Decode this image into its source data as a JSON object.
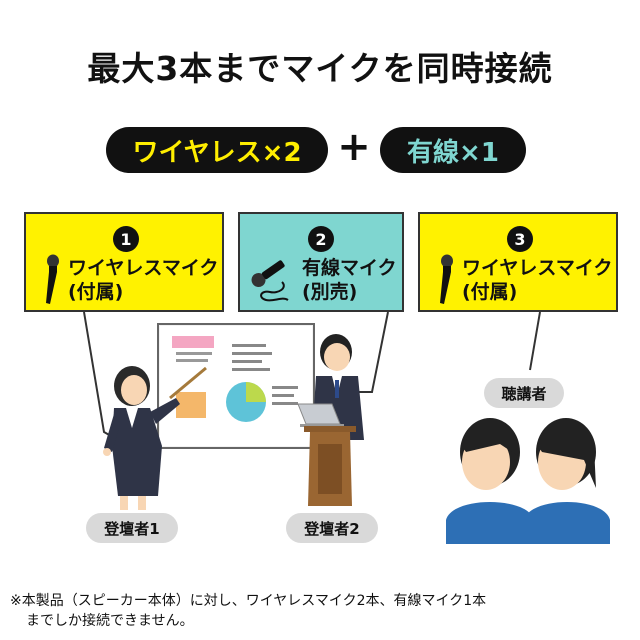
{
  "headline": "最大3本までマイクを同時接続",
  "pills": {
    "wireless": "ワイヤレス×2",
    "plus": "+",
    "wired": "有線×1"
  },
  "mics": [
    {
      "number": "1",
      "line1": "ワイヤレスマイク",
      "line2": "(付属)",
      "icon": "wireless-mic-icon"
    },
    {
      "number": "2",
      "line1": "有線マイク",
      "line2": "(別売)",
      "icon": "wired-mic-icon"
    },
    {
      "number": "3",
      "line1": "ワイヤレスマイク",
      "line2": "(付属)",
      "icon": "wireless-mic-icon"
    }
  ],
  "labels": {
    "presenter1": "登壇者1",
    "presenter2": "登壇者2",
    "audience": "聴講者"
  },
  "footnote": {
    "line1": "※本製品（スピーカー本体）に対し、ワイヤレスマイク2本、有線マイク1本",
    "line2": "までしか接続できません。"
  },
  "colors": {
    "yellow": "#fff200",
    "teal": "#7fd6d0",
    "pill_dark": "#111111",
    "label_gray": "#d9d9d9"
  }
}
